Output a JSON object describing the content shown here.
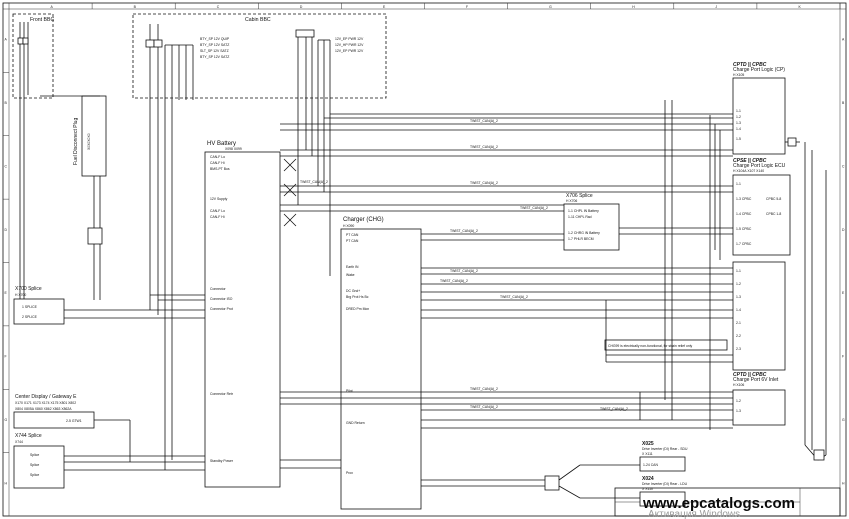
{
  "zones": {
    "front_bbc": "Front BBC",
    "cabin_bbc": "Cabin BBC"
  },
  "components": {
    "hv_battery": {
      "title": "HV Battery",
      "code": "X098  X099"
    },
    "charger": {
      "title": "Charger (CHG)",
      "code": "H        X090"
    },
    "x706": {
      "title": "X706 Splice",
      "code": "H        X706"
    },
    "x700": {
      "title": "X700 Splice",
      "code": "H         X700"
    },
    "x744": {
      "title": "X744 Splice",
      "code": "X744"
    },
    "flat_disconnect": {
      "title": "Fuel Disconnect Plug",
      "code": "X0X0X0X0"
    },
    "center_display": {
      "title": "Center Display / Gateway E",
      "line1": "X170  X171  X173  X174  X175  X801  X802",
      "line2": "X804  X805A X860  X862  X863  X862A"
    },
    "cp_logic": {
      "tag": "CPTD || CPBC",
      "title": "Charge Port Logic (CP)",
      "code": "H              X105"
    },
    "cp_ecu": {
      "tag": "CPSE || CPBC",
      "title": "Charge Port Logic ECU",
      "code": "H     X104A X107   X140"
    },
    "cp_inlet": {
      "tag": "CPTD || CPBC",
      "title": "Charge Port 6V Inlet",
      "code": "H              X106"
    },
    "rdu": {
      "tag": "X025",
      "title": "Drive Inverter (DI) Rear - SDU",
      "code": "X             X111"
    },
    "ldu": {
      "tag": "X024",
      "title": "Drive Inverter (DI) Rear - LDU",
      "code": "X             X110"
    }
  },
  "notes": {
    "chg_note": "CHG99 is electrically non-functional, for strain relief only"
  },
  "grid": {
    "columns": [
      "A",
      "B",
      "C",
      "D",
      "E",
      "F",
      "G",
      "H",
      "J",
      "K"
    ],
    "rows": [
      "A",
      "B",
      "C",
      "D",
      "E",
      "F",
      "G",
      "H"
    ]
  },
  "pin_labels": {
    "hv_left": [
      "CAN-F Lo",
      "CAN-F Hi",
      "BMS-PT Bus",
      "CAN-F Lo",
      "CAN-F Hi",
      "12V Supply",
      "Connector",
      "Connector ISO",
      "Connector Prot",
      "Connector Retr",
      "Standby Power"
    ],
    "charger_left": [
      "PT CAN",
      "PT CAN",
      "Wake",
      "Earth IN",
      "DC Gnd+",
      "Brg Prot Hs Bc",
      "DRED Pm Mon",
      "Pilot",
      "GND Return",
      "Prox"
    ],
    "cp_right": [
      "1-1",
      "1-2",
      "1-3",
      "1-4",
      "2-1",
      "2-2",
      "2-3"
    ]
  },
  "wire_labels": {
    "generic": "TWIST_CAN(A)_2"
  },
  "footer": {
    "watermark": "www.epcatalogs.com",
    "watermark_sub": "Активация Windows"
  }
}
